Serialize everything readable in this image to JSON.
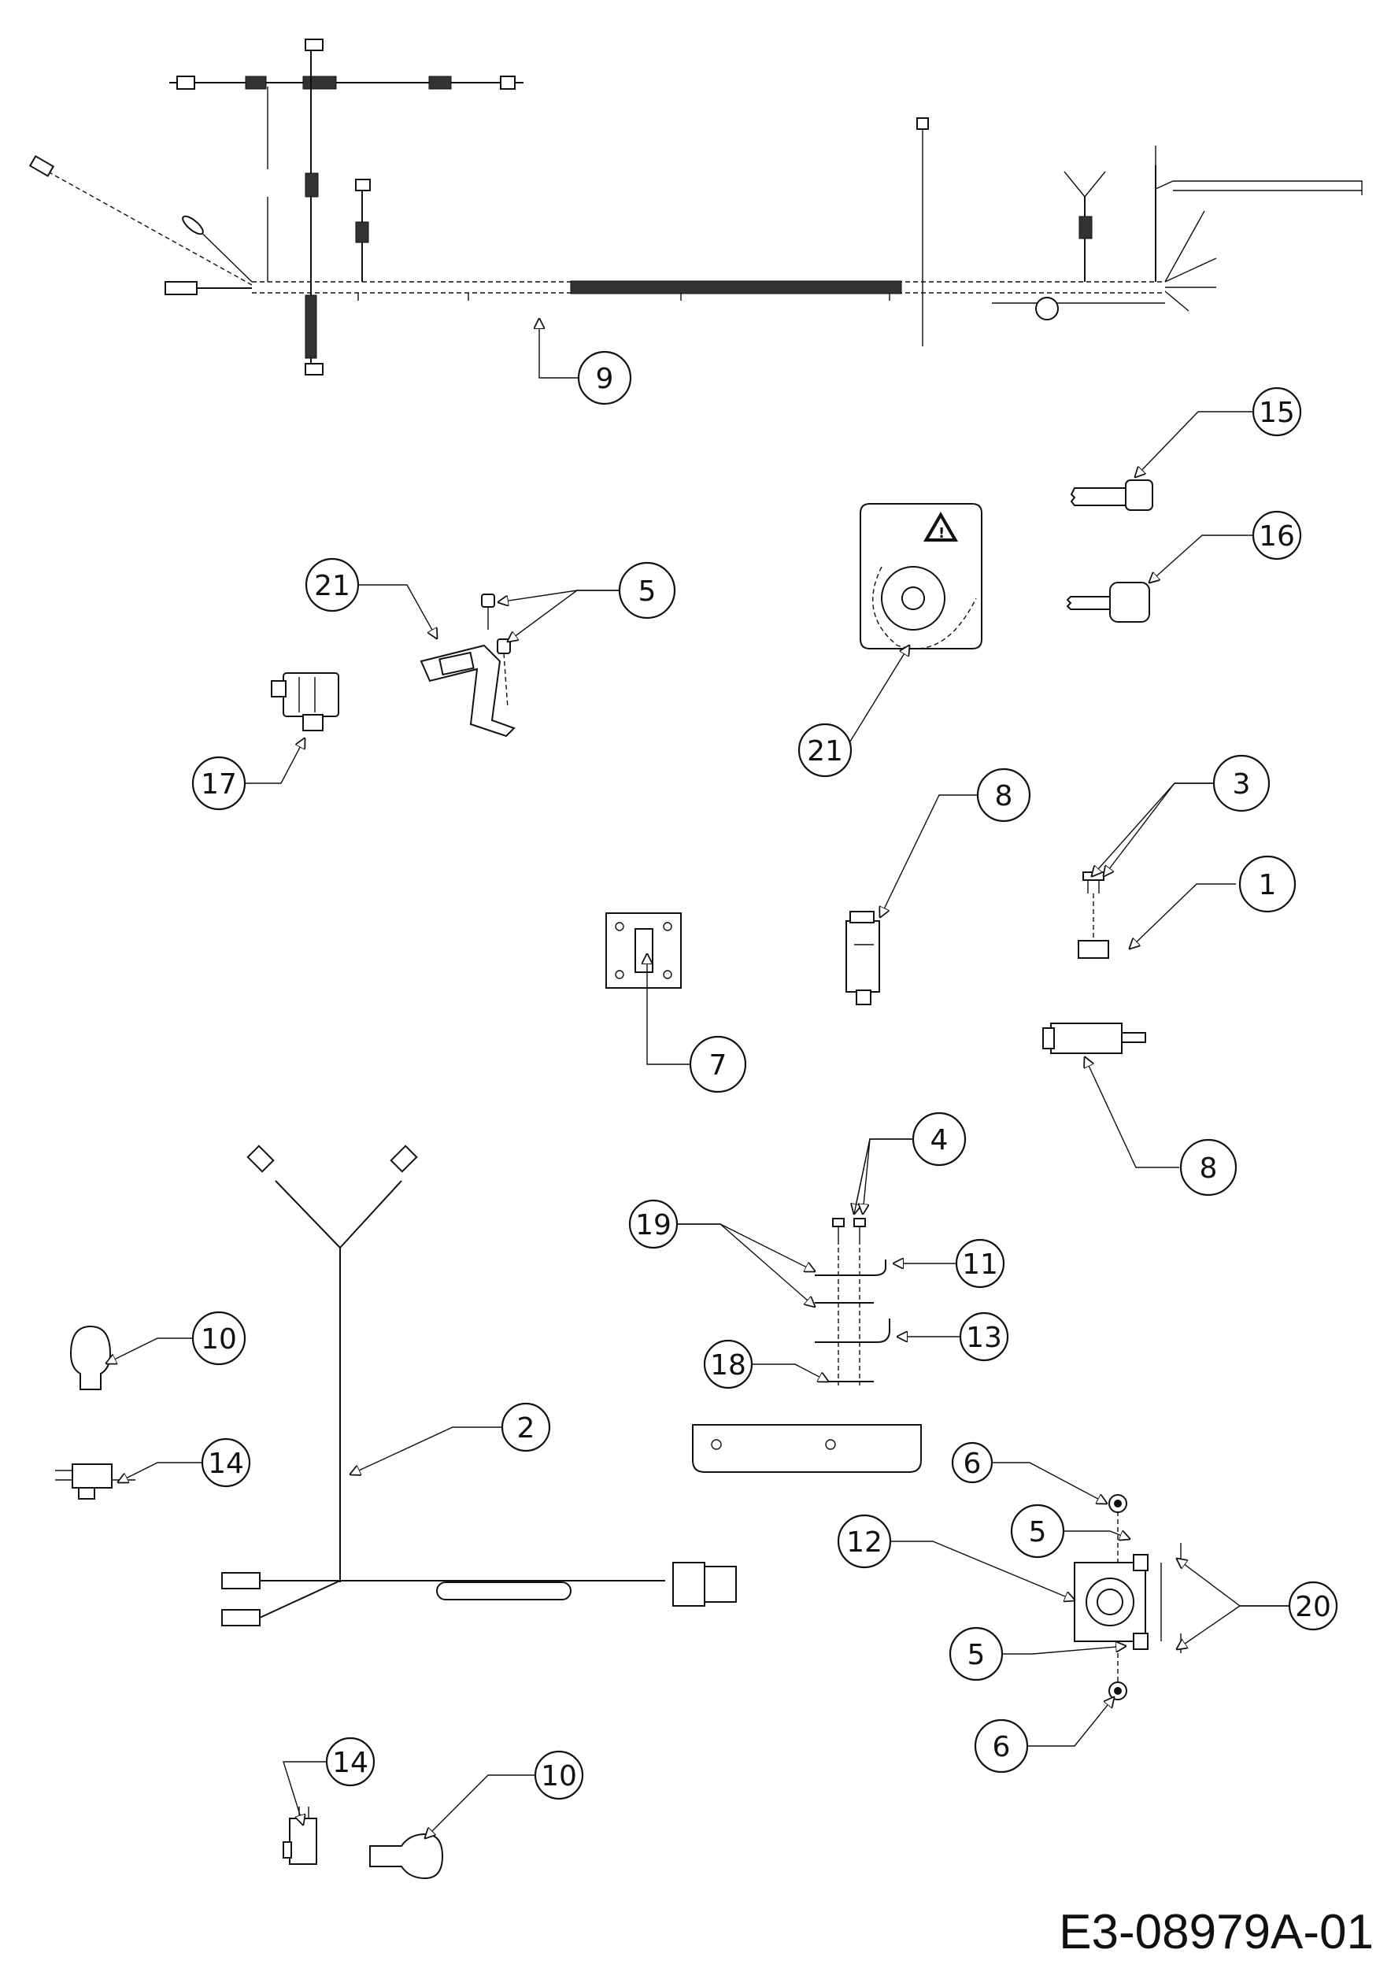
{
  "drawing_code": "E3-08979A-01",
  "callouts": {
    "c9": "9",
    "c15": "15",
    "c16": "16",
    "c21a": "21",
    "c5a": "5",
    "c17": "17",
    "c21b": "21",
    "c8a": "8",
    "c3": "3",
    "c1": "1",
    "c7": "7",
    "c8b": "8",
    "c4": "4",
    "c19": "19",
    "c11": "11",
    "c13": "13",
    "c18": "18",
    "c10a": "10",
    "c14a": "14",
    "c2": "2",
    "c6a": "6",
    "c5b": "5",
    "c12": "12",
    "c20": "20",
    "c5c": "5",
    "c6b": "6",
    "c14b": "14",
    "c10b": "10"
  },
  "icons": {
    "main_harness": "wiring-harness-icon",
    "key": "ignition-key-icon",
    "ignition_switch": "ignition-switch-icon",
    "relay": "relay-icon",
    "bracket": "mounting-bracket-icon",
    "rocker_switch": "rocker-switch-icon",
    "plunger_switch": "plunger-switch-icon",
    "bulb": "light-bulb-icon",
    "socket": "bulb-socket-icon",
    "solenoid": "starter-solenoid-icon"
  }
}
